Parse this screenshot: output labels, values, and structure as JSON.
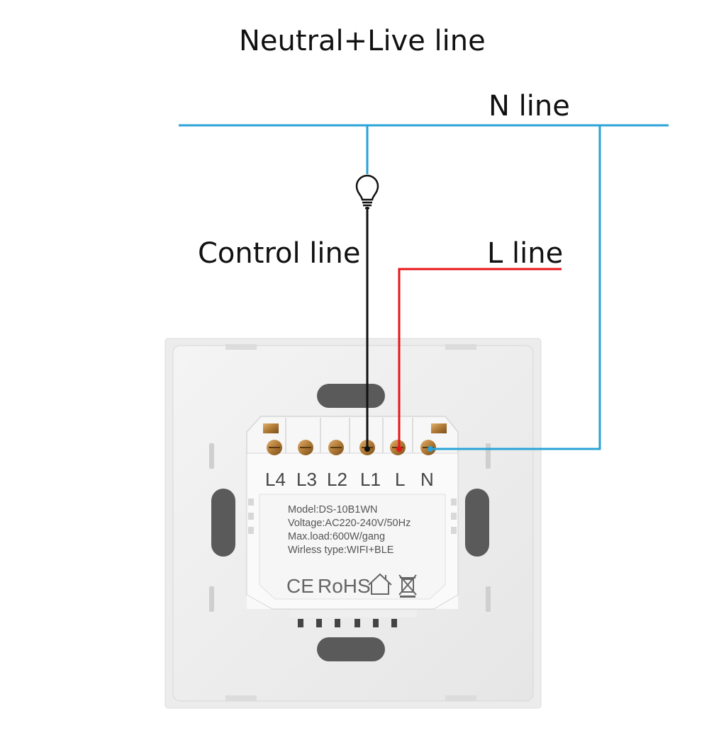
{
  "diagram": {
    "title": "Neutral+Live line",
    "labels": {
      "n_line": "N line",
      "control_line": "Control line",
      "l_line": "L line"
    },
    "terminals": [
      "L4",
      "L3",
      "L2",
      "L1",
      "L",
      "N"
    ],
    "module": {
      "model": "Model:DS-10B1WN",
      "voltage": "Voltage:AC220-240V/50Hz",
      "max_load": "Max.load:600W/gang",
      "wireless": "Wirless type:WIFI+BLE",
      "marks": [
        "CE",
        "RoHS"
      ]
    },
    "icons": [
      "bulb-icon",
      "house-icon",
      "crossed-bin-icon"
    ],
    "colors": {
      "n_wire": "#29a3d6",
      "l_wire": "#e8141b",
      "control_wire": "#111111"
    }
  }
}
